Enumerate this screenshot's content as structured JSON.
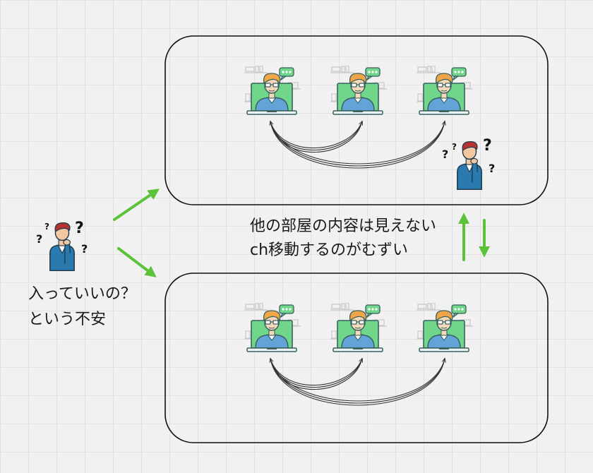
{
  "annotations": {
    "room_visibility": "他の部屋の内容は見えない",
    "channel_switch": "ch移動するのがむずい",
    "entry_worry_line1": "入っていいの？",
    "entry_worry_line2": "という不安"
  },
  "question_mark": "?",
  "rooms": [
    {
      "name": "room-top",
      "participants": 3
    },
    {
      "name": "room-bottom",
      "participants": 3
    }
  ],
  "icons": {
    "participant": "video-call-participant-icon",
    "confused_person": "confused-person-icon",
    "chat_bubble": "chat-bubble-icon"
  },
  "colors": {
    "arrow_green": "#5cc23a",
    "screen_green": "#6fd68a",
    "shirt_blue": "#63a3d6",
    "hair_orange": "#f0a646",
    "confused_shirt": "#2a7ab0",
    "confused_hair": "#b73331"
  }
}
